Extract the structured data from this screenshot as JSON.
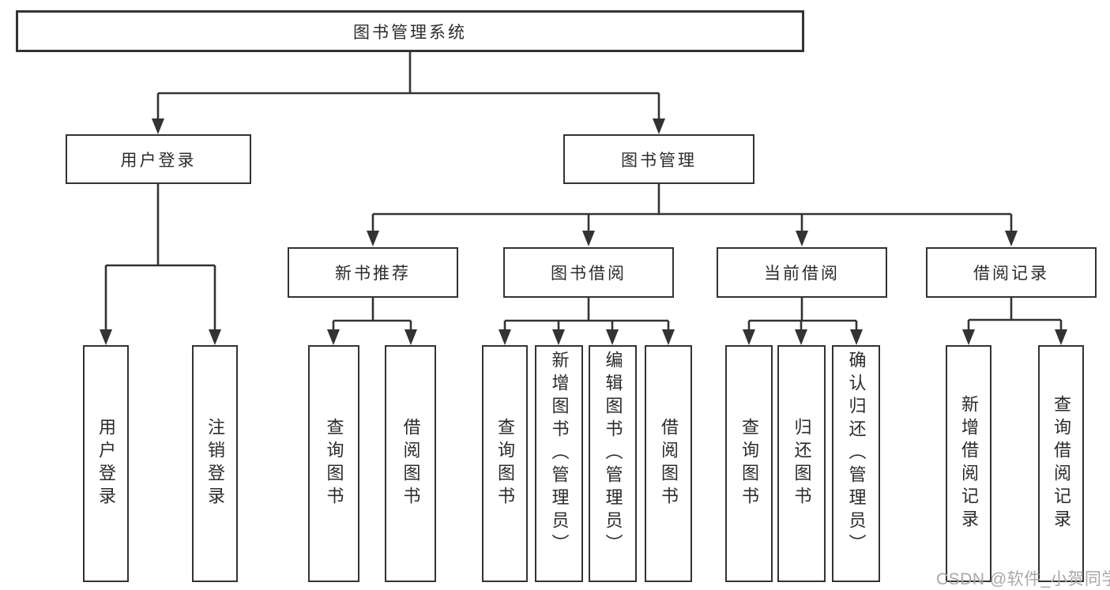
{
  "diagram": {
    "type": "function-structure-tree",
    "nodes": {
      "root": {
        "label": "图书管理系统"
      },
      "user_login": {
        "label": "用户登录"
      },
      "book_mgmt": {
        "label": "图书管理"
      },
      "new_book_rec": {
        "label": "新书推荐"
      },
      "book_borrow": {
        "label": "图书借阅"
      },
      "current_borrow": {
        "label": "当前借阅"
      },
      "borrow_records": {
        "label": "借阅记录"
      },
      "ul_login": {
        "label": "用户登录"
      },
      "ul_logout": {
        "label": "注销登录"
      },
      "nbr_query_book": {
        "label": "查询图书"
      },
      "nbr_borrow_book": {
        "label": "借阅图书"
      },
      "bb_query_book": {
        "label": "查询图书"
      },
      "bb_add_book": {
        "label": "新增图书（管理员）"
      },
      "bb_edit_book": {
        "label": "编辑图书（管理员）"
      },
      "bb_borrow_book": {
        "label": "借阅图书"
      },
      "cb_query_book": {
        "label": "查询图书"
      },
      "cb_return_book": {
        "label": "归还图书"
      },
      "cb_confirm_return": {
        "label": "确认归还（管理员）"
      },
      "br_add_record": {
        "label": "新增借阅记录"
      },
      "br_query_record": {
        "label": "查询借阅记录"
      }
    }
  },
  "watermark": {
    "text": "CSDN @软件_小贺同学"
  },
  "colors": {
    "line": "#333333",
    "text": "#2b2b2b",
    "box_background": "#ffffff",
    "page_background": "#ffffff",
    "watermark_color": "#a8a8a8"
  }
}
